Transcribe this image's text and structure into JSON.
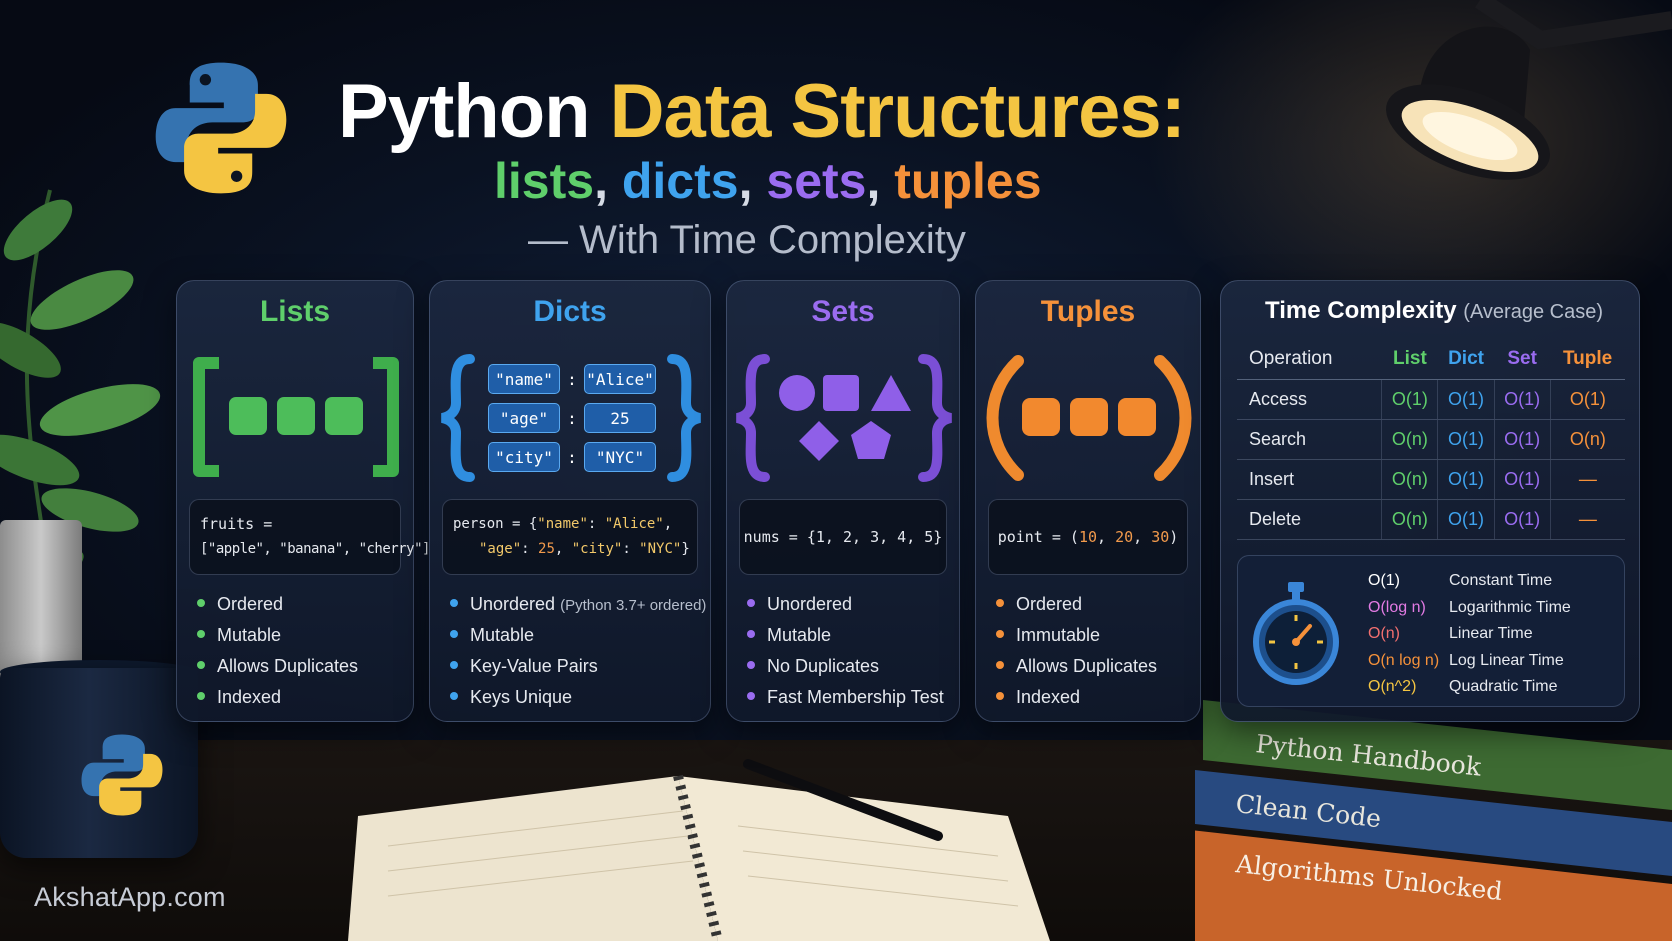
{
  "title": {
    "part1": "Python",
    "part2": "Data Structures:"
  },
  "subtitle": {
    "lists": "lists",
    "sep1": ",",
    "dicts": "dicts",
    "sep2": ",",
    "sets": "sets",
    "sep3": ",",
    "tuples": "tuples"
  },
  "tagline": "— With Time Complexity",
  "colors": {
    "lists": "#5fcf6b",
    "dicts": "#3fa3ee",
    "sets": "#9a6cf0",
    "tuples": "#f5913a",
    "accent": "#f4c542"
  },
  "cards": {
    "lists": {
      "title": "Lists",
      "code": {
        "line1": "fruits =",
        "line2": "[\"apple\", \"banana\", \"cherry\"]"
      },
      "bullets": [
        "Ordered",
        "Mutable",
        "Allows Duplicates",
        "Indexed"
      ]
    },
    "dicts": {
      "title": "Dicts",
      "illus_pairs": [
        {
          "key": "\"name\"",
          "value": "\"Alice\""
        },
        {
          "key": "\"age\"",
          "value": "25"
        },
        {
          "key": "\"city\"",
          "value": "\"NYC\""
        }
      ],
      "colon": ":",
      "code": {
        "prefix": "person = {",
        "k1": "\"name\"",
        "c1": ": ",
        "v1": "\"Alice\"",
        "s1": ",",
        "k2": "\"age\"",
        "c2": ": ",
        "v2": "25",
        "s2": ", ",
        "k3": "\"city\"",
        "c3": ": ",
        "v3": "\"NYC\"",
        "suffix": "}"
      },
      "bullets": [
        "Unordered",
        "Mutable",
        "Key-Value Pairs",
        "Keys Unique"
      ],
      "bullet_note": "(Python 3.7+ ordered)"
    },
    "sets": {
      "title": "Sets",
      "code": "nums = {1, 2, 3, 4, 5}",
      "bullets": [
        "Unordered",
        "Mutable",
        "No Duplicates",
        "Fast Membership Test"
      ]
    },
    "tuples": {
      "title": "Tuples",
      "code": {
        "prefix": "point = (",
        "n1": "10",
        "s1": ", ",
        "n2": "20",
        "s2": ", ",
        "n3": "30",
        "suffix": ")"
      },
      "bullets": [
        "Ordered",
        "Immutable",
        "Allows Duplicates",
        "Indexed"
      ]
    }
  },
  "complexity": {
    "title": "Time Complexity",
    "title_note": "(Average Case)",
    "headers": [
      "Operation",
      "List",
      "Dict",
      "Set",
      "Tuple"
    ],
    "rows": [
      {
        "op": "Access",
        "list": "O(1)",
        "dict": "O(1)",
        "set": "O(1)",
        "tuple": "O(1)"
      },
      {
        "op": "Search",
        "list": "O(n)",
        "dict": "O(1)",
        "set": "O(1)",
        "tuple": "O(n)"
      },
      {
        "op": "Insert",
        "list": "O(n)",
        "dict": "O(1)",
        "set": "O(1)",
        "tuple": "—"
      },
      {
        "op": "Delete",
        "list": "O(n)",
        "dict": "O(1)",
        "set": "O(1)",
        "tuple": "—"
      }
    ],
    "legend": [
      {
        "notation": "O(1)",
        "desc": "Constant Time",
        "color": "#ffffff"
      },
      {
        "notation": "O(log n)",
        "desc": "Logarithmic Time",
        "color": "#e27be3"
      },
      {
        "notation": "O(n)",
        "desc": "Linear Time",
        "color": "#f26f6f"
      },
      {
        "notation": "O(n log n)",
        "desc": "Log Linear Time",
        "color": "#f5913a"
      },
      {
        "notation": "O(n^2)",
        "desc": "Quadratic Time",
        "color": "#f4c542"
      }
    ]
  },
  "books": [
    "Python Handbook",
    "Clean Code",
    "Algorithms Unlocked"
  ],
  "watermark": "AkshatApp.com"
}
